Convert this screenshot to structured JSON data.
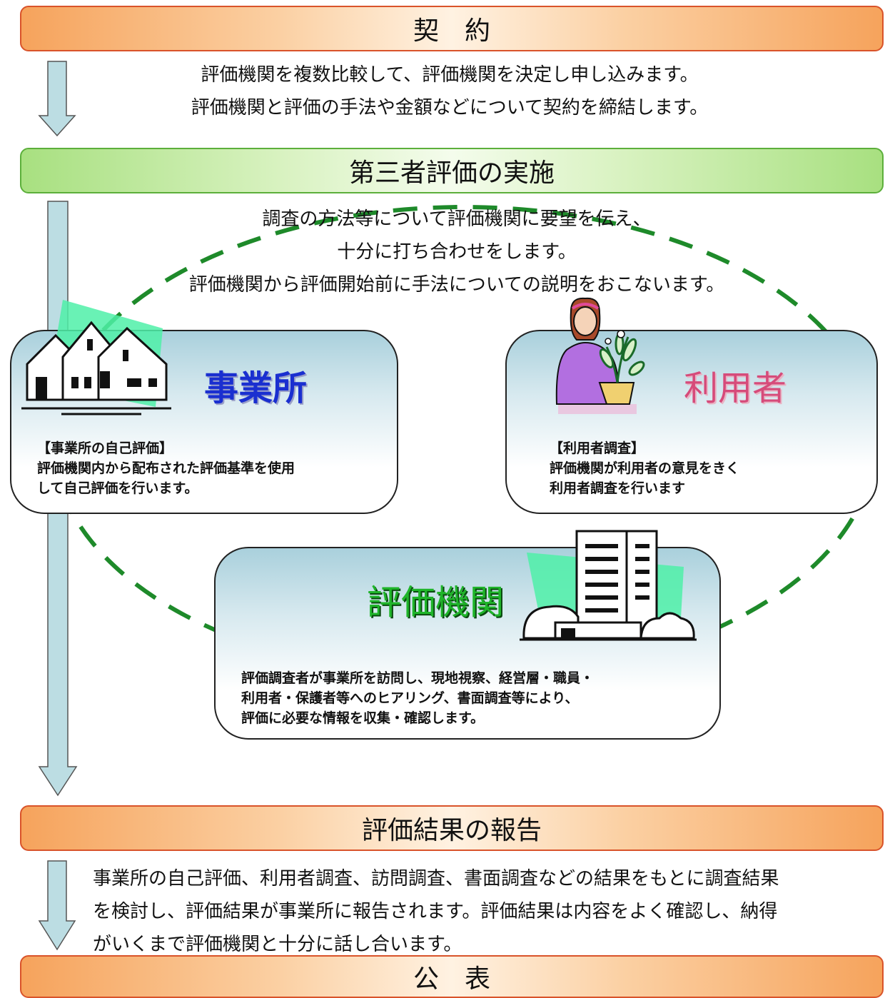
{
  "steps": {
    "contract": {
      "title": "契　約",
      "lines": [
        "評価機関を複数比較して、評価機関を決定し申し込みます。",
        "評価機関と評価の手法や金額などについて契約を締結します。"
      ]
    },
    "implementation": {
      "title": "第三者評価の実施",
      "lines": [
        "調査の方法等について評価機関に要望を伝え、",
        "十分に打ち合わせをします。",
        "評価機関から評価開始前に手法についての説明をおこないます。"
      ]
    },
    "report": {
      "title": "評価結果の報告",
      "lines": [
        "事業所の自己評価、利用者調査、訪問調査、書面調査などの結果をもとに調査結果",
        "を検討し、評価結果が事業所に報告されます。評価結果は内容をよく確認し、納得",
        "がいくまで評価機関と十分に話し合います。"
      ]
    },
    "publication": {
      "title": "公　表"
    }
  },
  "boxes": {
    "office": {
      "title": "事業所",
      "heading": "【事業所の自己評価】",
      "lines": [
        "評価機関内から配布された評価基準を使用",
        "して自己評価を行います。"
      ],
      "icon": "house-icon",
      "title_color": "#1a2fd0"
    },
    "user": {
      "title": "利用者",
      "heading": "【利用者調査】",
      "lines": [
        "評価機関が利用者の意見をきく",
        "利用者調査を行います"
      ],
      "icon": "woman-with-plant-icon",
      "title_color": "#d64b7a"
    },
    "agency": {
      "title": "評価機関",
      "lines": [
        "評価調査者が事業所を訪問し、現地視察、経営層・職員・",
        "利用者・保護者等へのヒアリング、書面調査等により、",
        "評価に必要な情報を収集・確認します。"
      ],
      "icon": "office-building-icon",
      "title_color": "#1fb52a"
    }
  },
  "colors": {
    "orange_border": "#d9532a",
    "green_border": "#5caf3b",
    "arrow_fill": "#bcdde3",
    "dashed_ellipse": "#1e8a2a"
  }
}
